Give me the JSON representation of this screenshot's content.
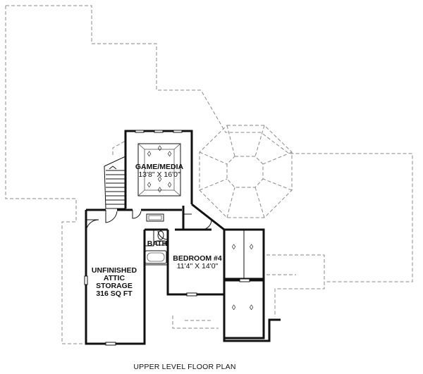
{
  "rooms": {
    "game_media": {
      "name": "GAME/MEDIA",
      "size": "13'8\" X 16'0\""
    },
    "bath": {
      "name": "BATH"
    },
    "bedroom4": {
      "name": "BEDROOM #4",
      "size": "11'4\" X 14'0\""
    },
    "attic": {
      "line1": "UNFINISHED",
      "line2": "ATTIC",
      "line3": "STORAGE",
      "line4": "316 SQ FT"
    }
  },
  "caption": "UPPER LEVEL FLOOR PLAN"
}
